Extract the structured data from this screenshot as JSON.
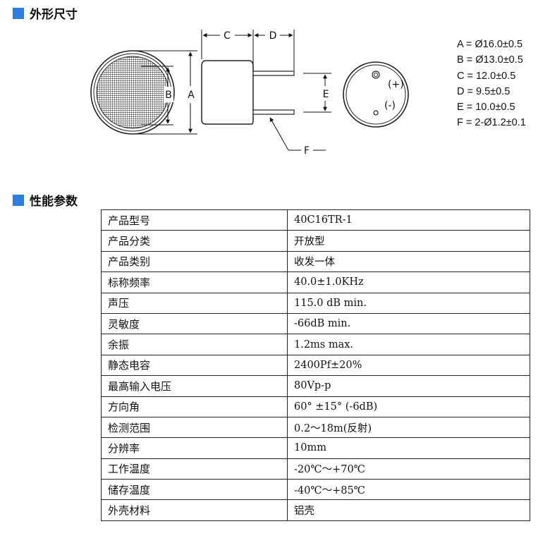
{
  "section1": {
    "title": "外形尺寸"
  },
  "section2": {
    "title": "性能参数"
  },
  "drawing": {
    "labels": {
      "a": "A",
      "b": "B",
      "c": "C",
      "d": "D",
      "e": "E",
      "f": "F",
      "plus": "(+)",
      "minus": "(-)"
    }
  },
  "dimensions": [
    "A = Ø16.0±0.5",
    "B = Ø13.0±0.5",
    "C = 12.0±0.5",
    "D = 9.5±0.5",
    "E = 10.0±0.5",
    "F = 2-Ø1.2±0.1"
  ],
  "params": [
    {
      "name": "产品型号",
      "value": "40C16TR-1"
    },
    {
      "name": "产品分类",
      "value": "开放型"
    },
    {
      "name": "产品类别",
      "value": "收发一体"
    },
    {
      "name": "标称频率",
      "value": "40.0±1.0KHz"
    },
    {
      "name": "声压",
      "value": "115.0 dB min."
    },
    {
      "name": "灵敏度",
      "value": "-66dB min."
    },
    {
      "name": "余振",
      "value": "1.2ms max."
    },
    {
      "name": "静态电容",
      "value": "2400Pf±20%"
    },
    {
      "name": "最高输入电压",
      "value": "80Vp-p"
    },
    {
      "name": "方向角",
      "value": "60° ±15° (-6dB)"
    },
    {
      "name": "检测范围",
      "value": "0.2～18m(反射)"
    },
    {
      "name": "分辨率",
      "value": "10mm"
    },
    {
      "name": "工作温度",
      "value": "-20℃～+70℃"
    },
    {
      "name": "储存温度",
      "value": "-40℃～+85℃"
    },
    {
      "name": "外壳材料",
      "value": "铝壳"
    }
  ]
}
